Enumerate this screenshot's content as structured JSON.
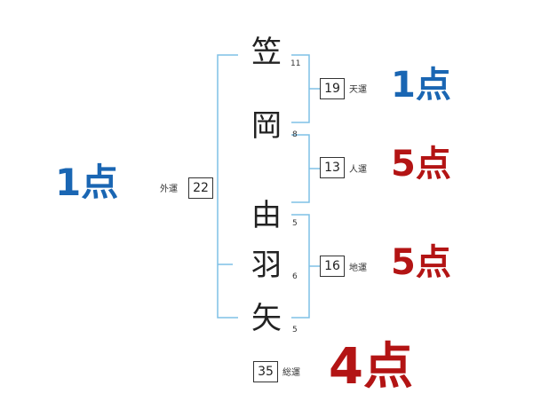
{
  "colors": {
    "bracket": "#7fc0e6",
    "blue": "#1a66b3",
    "red": "#b31414"
  },
  "characters": [
    {
      "char": "笠",
      "strokes": "11"
    },
    {
      "char": "岡",
      "strokes": "8"
    },
    {
      "char": "由",
      "strokes": "5"
    },
    {
      "char": "羽",
      "strokes": "6"
    },
    {
      "char": "矢",
      "strokes": "5"
    }
  ],
  "gaiun": {
    "number": "22",
    "label": "外運",
    "score": "1点"
  },
  "tenun": {
    "number": "19",
    "label": "天運",
    "score": "1点"
  },
  "jinun": {
    "number": "13",
    "label": "人運",
    "score": "5点"
  },
  "chiun": {
    "number": "16",
    "label": "地運",
    "score": "5点"
  },
  "souun": {
    "number": "35",
    "label": "総運",
    "score": "4点"
  }
}
